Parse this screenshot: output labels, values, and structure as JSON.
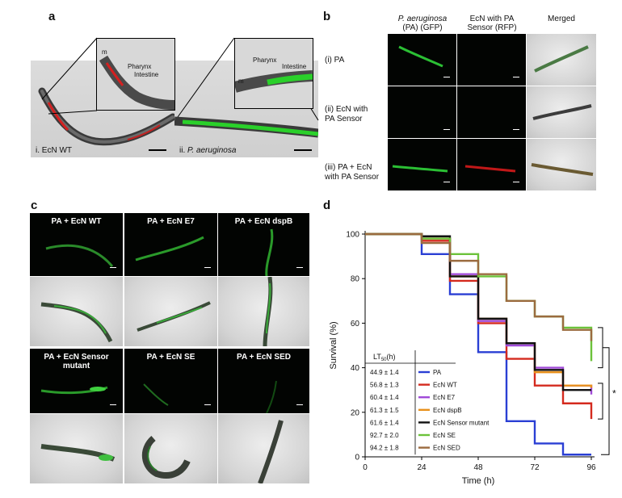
{
  "panels": {
    "a": {
      "label": "a",
      "left_caption": "i. EcN WT",
      "right_caption_prefix": "ii. ",
      "right_caption_italic": "P. aeruginosa",
      "inset_left": {
        "m": "m",
        "pharynx": "Pharynx",
        "intestine": "Intestine"
      },
      "inset_right": {
        "m": "m",
        "pharynx": "Pharynx",
        "intestine": "Intestine"
      }
    },
    "b": {
      "label": "b",
      "col1_italic": "P. aeruginosa",
      "col1_line2": "(PA) (GFP)",
      "col2_line1": "EcN with PA",
      "col2_line2": "Sensor (RFP)",
      "col3": "Merged",
      "row1": "(i) PA",
      "row2_line1": "(ii) EcN with",
      "row2_line2": "PA Sensor",
      "row3_line1": "(iii) PA + EcN",
      "row3_line2": "with PA Sensor"
    },
    "c": {
      "label": "c",
      "tiles": [
        "PA + EcN WT",
        "PA + EcN E7",
        "PA + EcN dspB",
        "PA + EcN Sensor mutant",
        "PA + EcN SE",
        "PA + EcN SED"
      ]
    },
    "d": {
      "label": "d"
    }
  },
  "chart_data": {
    "type": "line",
    "step": true,
    "xlabel": "Time (h)",
    "ylabel": "Survival (%)",
    "xlim": [
      0,
      96
    ],
    "ylim": [
      0,
      100
    ],
    "xticks": [
      0,
      24,
      48,
      72,
      96
    ],
    "yticks": [
      0,
      20,
      40,
      60,
      80,
      100
    ],
    "legend_header": "LT50(h)",
    "legend_header_main": "LT",
    "legend_header_sub": "50",
    "legend_header_unit": "(h)",
    "significance_mark": "*",
    "series": [
      {
        "name": "PA",
        "lt50": "44.9 ± 1.4",
        "color": "#2a3fd4",
        "x": [
          0,
          12,
          24,
          36,
          48,
          60,
          72,
          84,
          96
        ],
        "y": [
          100,
          100,
          91,
          73,
          47,
          16,
          6,
          1,
          1
        ]
      },
      {
        "name": "EcN WT",
        "lt50": "56.8 ± 1.3",
        "color": "#d42a1e",
        "x": [
          0,
          12,
          24,
          36,
          48,
          60,
          72,
          84,
          96
        ],
        "y": [
          100,
          100,
          97,
          79,
          60,
          44,
          32,
          24,
          17
        ]
      },
      {
        "name": "EcN E7",
        "lt50": "60.4 ± 1.4",
        "color": "#a04ad8",
        "x": [
          0,
          12,
          24,
          36,
          48,
          60,
          72,
          84,
          96
        ],
        "y": [
          100,
          100,
          98,
          82,
          61,
          50,
          40,
          32,
          28
        ]
      },
      {
        "name": "EcN dspB",
        "lt50": "61.3 ± 1.5",
        "color": "#e8911c",
        "x": [
          0,
          12,
          24,
          36,
          48,
          60,
          72,
          84,
          96
        ],
        "y": [
          100,
          100,
          98,
          81,
          62,
          51,
          38,
          32,
          31
        ]
      },
      {
        "name": "EcN Sensor mutant",
        "lt50": "61.6 ± 1.4",
        "color": "#111111",
        "x": [
          0,
          12,
          24,
          36,
          48,
          60,
          72,
          84,
          96
        ],
        "y": [
          100,
          100,
          99,
          81,
          62,
          51,
          39,
          30,
          30
        ]
      },
      {
        "name": "EcN SE",
        "lt50": "92.7 ± 2.0",
        "color": "#6cc23a",
        "x": [
          0,
          12,
          24,
          36,
          48,
          60,
          72,
          84,
          96
        ],
        "y": [
          100,
          100,
          98,
          91,
          81,
          70,
          63,
          58,
          43
        ]
      },
      {
        "name": "EcN SED",
        "lt50": "94.2 ± 1.8",
        "color": "#9b6b3f",
        "x": [
          0,
          12,
          24,
          36,
          48,
          60,
          72,
          84,
          96
        ],
        "y": [
          100,
          100,
          96,
          88,
          82,
          70,
          63,
          57,
          52
        ]
      }
    ]
  }
}
